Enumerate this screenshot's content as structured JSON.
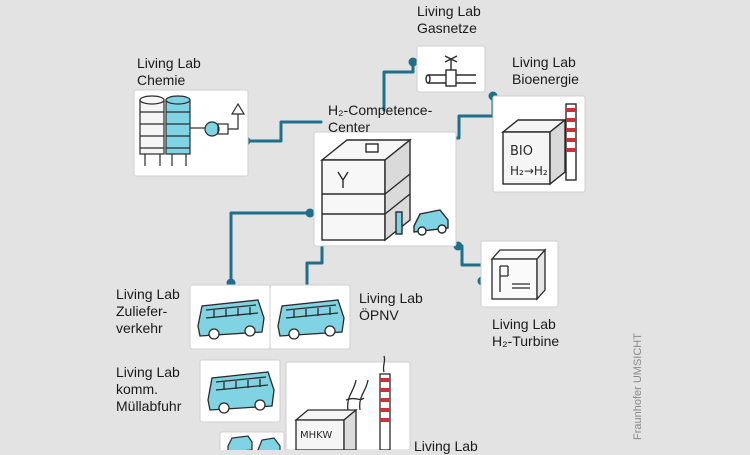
{
  "colors": {
    "background": "#e3e3e3",
    "connector": "#1f6f8b",
    "bus_fill": "#7fd3e3",
    "chimney_stripe": "#c8333a",
    "card": "#ffffff",
    "ink": "#2a2a2a"
  },
  "center": {
    "title_line1": "H₂-Competence-",
    "title_line2": "Center"
  },
  "labs": [
    {
      "key": "gasnetze",
      "line1": "Living Lab",
      "line2": "Gasnetze",
      "icon": "pipeline-valve-icon"
    },
    {
      "key": "chemie",
      "line1": "Living Lab",
      "line2": "Chemie",
      "icon": "chemical-plant-icon"
    },
    {
      "key": "bioenergie",
      "line1": "Living Lab",
      "line2": "Bioenergie",
      "icon": "bio-plant-icon"
    },
    {
      "key": "turbine",
      "line1": "Living Lab",
      "line2": "H₂-Turbine",
      "icon": "turbine-box-icon"
    },
    {
      "key": "oepnv",
      "line1": "Living Lab",
      "line2": "ÖPNV",
      "icon": "bus-icon"
    },
    {
      "key": "zulieferverkehr",
      "line1": "Living Lab",
      "line2": "Zuliefer-",
      "line3": "verkehr",
      "icon": "bus-icon"
    },
    {
      "key": "muellabfuhr",
      "line1": "Living Lab",
      "line2": "komm.",
      "line3": "Müllabfuhr",
      "icon": "bus-icon"
    },
    {
      "key": "mhkw",
      "line1": "Living Lab",
      "icon": "waste-incinerator-icon",
      "sign": "MHKW"
    }
  ],
  "sketch_text": {
    "bio_line1": "BIO",
    "bio_line2": "H₂→H₂"
  },
  "credit": "Fraunhofer UMSICHT"
}
